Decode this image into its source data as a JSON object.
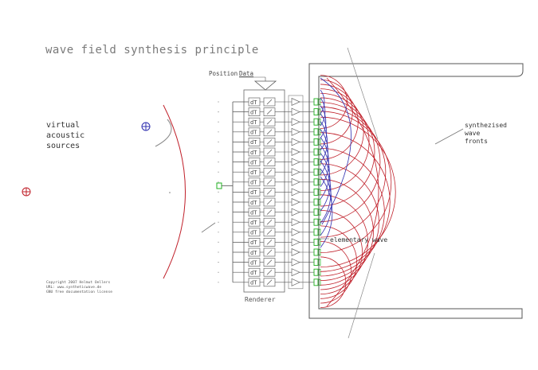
{
  "title": "wave field synthesis principle",
  "labels": {
    "virtual_sources": [
      "virtual",
      "acoustic",
      "sources"
    ],
    "synthesized": [
      "synthezised",
      "wave",
      "fronts"
    ],
    "position": "Position",
    "data": "Data",
    "renderer": "Renderer",
    "elementary_wave": "elementary wave",
    "copyright": [
      "Copyright 2007 Helmut Oellers",
      "URL: www.syntheticwave.de",
      "GNU free documentation license"
    ],
    "dt": "dT"
  },
  "colors": {
    "red_wave": "#c0202a",
    "blue_wave": "#3030b0",
    "speaker_green": "#20b020",
    "line_grey": "#555555",
    "text_grey": "#6e6e6e"
  },
  "channel_count": 19
}
